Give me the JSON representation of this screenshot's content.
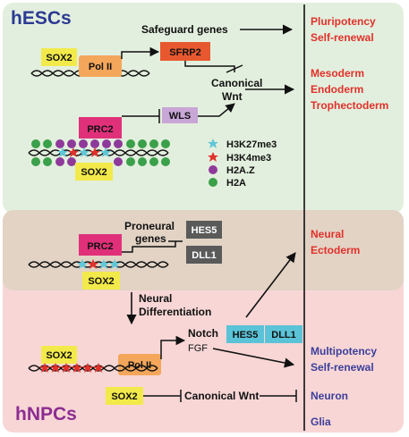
{
  "panels": {
    "hesc_title": "hESCs",
    "hnpc_title": "hNPCs"
  },
  "hesc": {
    "safeguard_label": "Safeguard genes",
    "sox2_top": "SOX2",
    "pol2_top": "Pol II",
    "sfrp2": "SFRP2",
    "canonical_wnt_line1": "Canonical",
    "canonical_wnt_line2": "Wnt",
    "prc2_top": "PRC2",
    "wls": "WLS",
    "sox2_mid": "SOX2",
    "legend": {
      "h3k27me3": "H3K27me3",
      "h3k4me3": "H3K4me3",
      "h2az": "H2A.Z",
      "h2a": "H2A"
    }
  },
  "transition": {
    "prc2": "PRC2",
    "sox2": "SOX2",
    "proneural_line1": "Proneural",
    "proneural_line2": "genes",
    "hes5": "HES5",
    "dll1": "DLL1",
    "neural_diff_line1": "Neural",
    "neural_diff_line2": "Differentiation"
  },
  "hnpc": {
    "sox2_a": "SOX2",
    "pol2": "Pol II",
    "notch": "Notch",
    "fgf": "FGF",
    "hes5": "HES5",
    "dll1": "DLL1",
    "sox2_b": "SOX2",
    "canonical_wnt": "Canonical Wnt"
  },
  "fates": {
    "pluripotency": "Pluripotency",
    "self_renewal_1": "Self-renewal",
    "mesoderm": "Mesoderm",
    "endoderm": "Endoderm",
    "trophectoderm": "Trophectoderm",
    "neural": "Neural",
    "ectoderm": "Ectoderm",
    "multipotency": "Multipotency",
    "self_renewal_2": "Self-renewal",
    "neuron": "Neuron",
    "glia": "Glia"
  },
  "colors": {
    "hesc_bg": "#e3efde",
    "mid_bg": "#e2d3c5",
    "hnpc_bg": "#f8d6d6",
    "hesc_title": "#2b3a93",
    "hnpc_title": "#8c2d91",
    "fate_red": "#e0312a",
    "fate_blue": "#3b3f9a",
    "sox2": "#f2ea4a",
    "pol2": "#f4a65a",
    "sfrp2": "#e8582f",
    "prc2": "#e0307a",
    "wls": "#c8a6d6",
    "hes5_dark": "#5a5a5a",
    "hes5_cyan": "#5bc3d8",
    "h3k27me3": "#5fc7d8",
    "h3k4me3": "#e0312a",
    "h2az": "#8e3a9a",
    "h2a": "#3aa04a"
  }
}
